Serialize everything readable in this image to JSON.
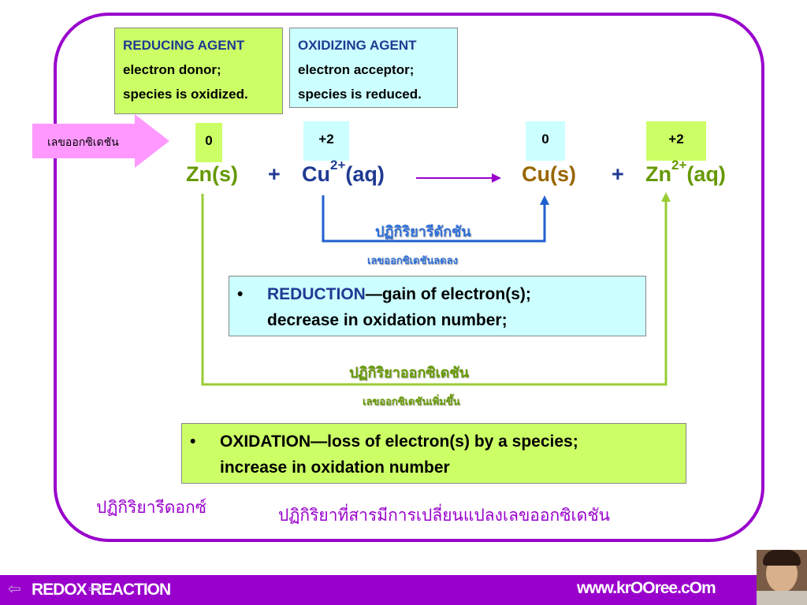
{
  "reducing_agent": {
    "heading": "REDUCING AGENT",
    "line1": "electron donor;",
    "line2": "species is oxidized."
  },
  "oxidizing_agent": {
    "heading": "OXIDIZING AGENT",
    "line1": "electron acceptor;",
    "line2": "species is reduced."
  },
  "oxidation_number_label": "เลขออกซิเดชัน",
  "oxidation_numbers": {
    "zn_s": "0",
    "cu_ion": "+2",
    "cu_s": "0",
    "zn_ion": "+2"
  },
  "equation": {
    "zn_s": "Zn(s)",
    "plus1": "+",
    "cu_base": "Cu",
    "cu_charge": "2+",
    "cu_state": "(aq)",
    "cu_s": "Cu(s)",
    "plus2": "+",
    "zn_base": "Zn",
    "zn_charge": "2+",
    "zn_state": "(aq)"
  },
  "reduction_path": {
    "title": "ปฏิกิริยารีดักชัน",
    "subtitle": "เลขออกซิเดชันลดลง"
  },
  "reduction_def": {
    "bullet": "•",
    "term": "REDUCTION",
    "rest": "—gain of electron(s);",
    "line2": "decrease in oxidation number;"
  },
  "oxidation_path": {
    "title": "ปฏิกิริยาออกซิเดชัน",
    "subtitle": "เลขออกซิเดชันเพิ่มขึ้น"
  },
  "oxidation_def": {
    "bullet": "•",
    "line1": "OXIDATION—loss of electron(s) by a species;",
    "line2": "increase in oxidation number"
  },
  "redox_title": "ปฏิกิริยารีดอกซ์",
  "redox_def": "ปฏิกิริยาที่สารมีการเปลี่ยนแปลงเลขออกซิเดชัน",
  "footer": {
    "left": "REDOX REACTION",
    "right": "www.krOOree.cOm"
  },
  "colors": {
    "frame": "#9900cc",
    "green": "#ccff66",
    "cyan": "#ccffff",
    "blue": "#1f3a93",
    "zn_green": "#669900",
    "cu_brown": "#996600",
    "pink": "#ff99ff"
  }
}
